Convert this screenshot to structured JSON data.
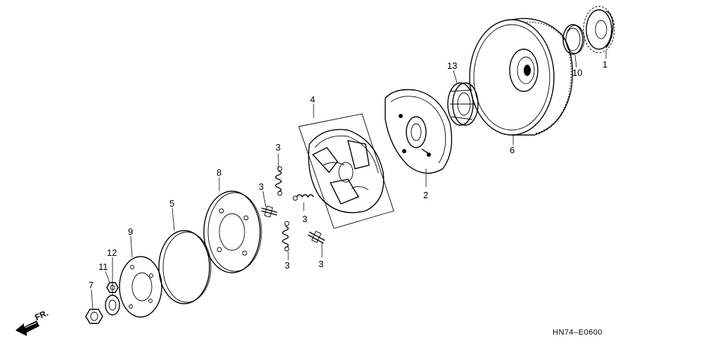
{
  "direction_label": "FR.",
  "diagram_code": "HN74–E0600",
  "callouts": [
    "1",
    "10",
    "6",
    "13",
    "2",
    "4",
    "3",
    "3",
    "3",
    "3",
    "3",
    "8",
    "5",
    "9",
    "12",
    "11",
    "7"
  ]
}
